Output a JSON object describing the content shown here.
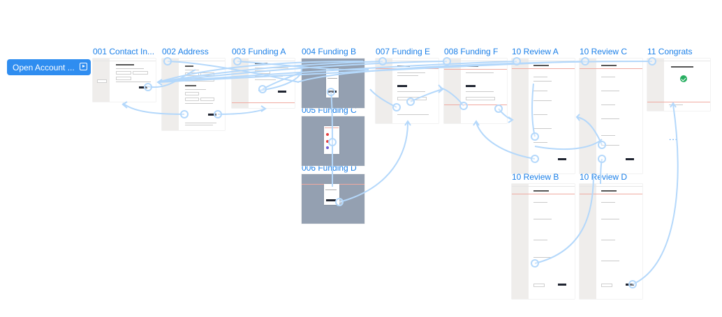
{
  "flow": {
    "label": "Open Account ..."
  },
  "boards": [
    {
      "id": "b001",
      "title": "001 Contact In..."
    },
    {
      "id": "b002",
      "title": "002 Address"
    },
    {
      "id": "b003",
      "title": "003 Funding A"
    },
    {
      "id": "b004",
      "title": "004 Funding B"
    },
    {
      "id": "b005",
      "title": "005 Funding C"
    },
    {
      "id": "b006",
      "title": "006 Funding D"
    },
    {
      "id": "b007",
      "title": "007 Funding E"
    },
    {
      "id": "b008",
      "title": "008 Funding F"
    },
    {
      "id": "b10a",
      "title": "10 Review A"
    },
    {
      "id": "b10c",
      "title": "10 Review C"
    },
    {
      "id": "b11",
      "title": "11 Congrats"
    },
    {
      "id": "b10b",
      "title": "10 Review B"
    },
    {
      "id": "b10d",
      "title": "10 Review D"
    }
  ],
  "more_indicator": "...",
  "colors": {
    "accent": "#2f8df0",
    "label": "#1a7fe8",
    "link": "#b4d8fb",
    "overlay": "#94a0b1",
    "success": "#27ae60"
  }
}
